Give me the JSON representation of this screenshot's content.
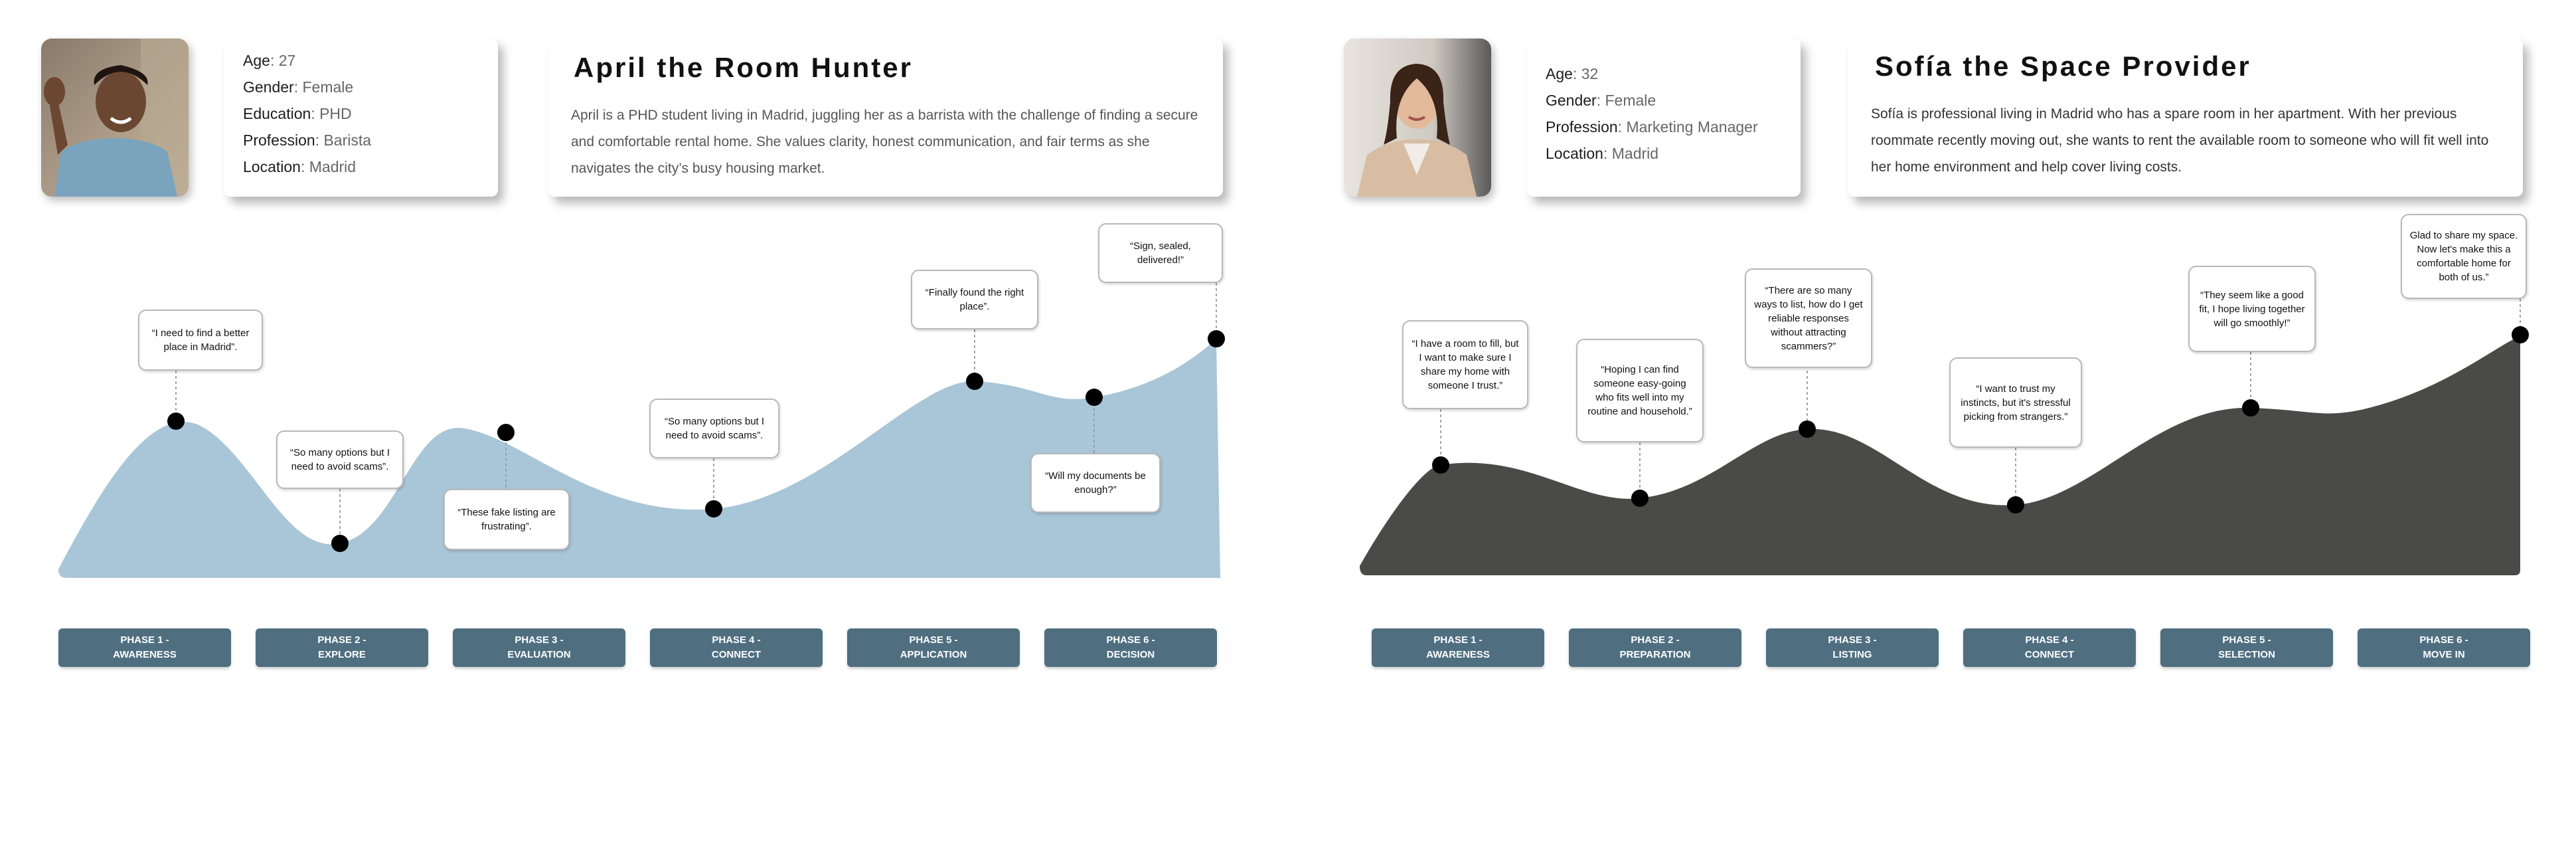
{
  "personas": [
    {
      "title": "April the Room Hunter",
      "info": [
        {
          "label": "Age",
          "value": ": 27"
        },
        {
          "label": "Gender",
          "value": ": Female"
        },
        {
          "label": "Education",
          "value": ": PHD"
        },
        {
          "label": "Profession",
          "value": ": Barista"
        },
        {
          "label": "Location",
          "value": ": Madrid"
        }
      ],
      "description": "April is a PHD student living in Madrid, juggling her as a barrista with the challenge of finding a secure and comfortable rental home. She values clarity, honest communication, and fair terms as she navigates the city’s busy housing market.",
      "quotes": [
        "“I need to find a better place in Madrid”.",
        "“So many options but I need to avoid scams”.",
        "“These fake listing are frustrating”.",
        "“So many options but I need to avoid scams”.",
        "“Finally found the right place”.",
        "“Will my documents be enough?”",
        "“Sign, sealed, delivered!”"
      ],
      "phases": [
        {
          "num": "PHASE 1 -",
          "name": "AWARENESS"
        },
        {
          "num": "PHASE 2 -",
          "name": "EXPLORE"
        },
        {
          "num": "PHASE 3 -",
          "name": "EVALUATION"
        },
        {
          "num": "PHASE 4 -",
          "name": "CONNECT"
        },
        {
          "num": "PHASE 5 -",
          "name": "APPLICATION"
        },
        {
          "num": "PHASE 6 -",
          "name": "DECISION"
        }
      ],
      "curve_color": "#a9c6d8"
    },
    {
      "title": "Sofía the Space Provider",
      "info": [
        {
          "label": "Age",
          "value": ": 32"
        },
        {
          "label": "Gender",
          "value": ": Female"
        },
        {
          "label": "Profession",
          "value": ": Marketing Manager"
        },
        {
          "label": "Location",
          "value": ": Madrid"
        }
      ],
      "description": "Sofía is professional living in Madrid who has a spare room in her apartment. With her previous roommate recently moving out, she wants to rent the available room to someone who will fit well into her home environment and help cover living costs.",
      "quotes": [
        "“I have a room to fill, but I want to make sure I share my home with someone I trust.”",
        "“Hoping I can find someone easy-going who fits well into my routine and household.”",
        "“There are so many ways to list, how do I get reliable responses without attracting scammers?”",
        "“I want to trust my instincts, but it's stressful picking from strangers.”",
        "“They seem like a good fit, I hope living together will go smoothly!”",
        "Glad to share my space. Now let's make this a comfortable home for both of us.”"
      ],
      "phases": [
        {
          "num": "PHASE 1 -",
          "name": "AWARENESS"
        },
        {
          "num": "PHASE 2 -",
          "name": "PREPARATION"
        },
        {
          "num": "PHASE 3 -",
          "name": "LISTING"
        },
        {
          "num": "PHASE 4 -",
          "name": "CONNECT"
        },
        {
          "num": "PHASE 5 -",
          "name": "SELECTION"
        },
        {
          "num": "PHASE 6 -",
          "name": "MOVE IN"
        }
      ],
      "curve_color": "#4a4a48"
    }
  ],
  "colors": {
    "phase_bg": "#4f6f81",
    "dot": "#000000"
  }
}
